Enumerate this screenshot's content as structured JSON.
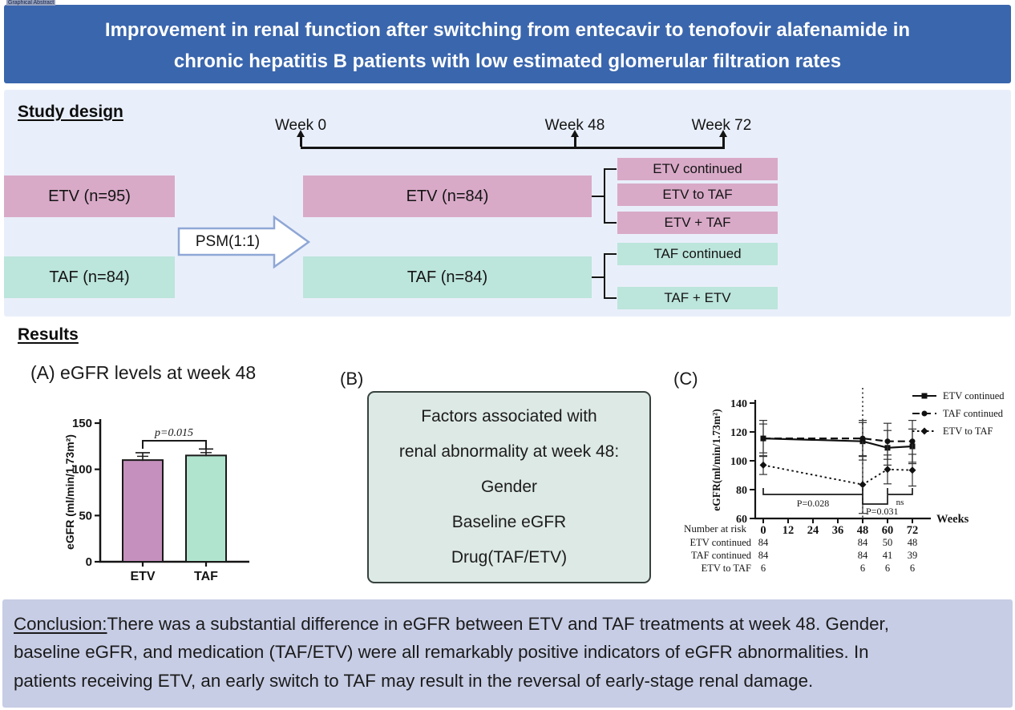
{
  "page_label": "Graphical Abstract",
  "title": {
    "line1": "Improvement in renal function after switching from entecavir to tenofovir alafenamide in",
    "line2": "chronic hepatitis B patients with low estimated glomerular filtration rates"
  },
  "study_design": {
    "heading": "Study design",
    "timeline_labels": [
      "Week 0",
      "Week 48",
      "Week 72"
    ],
    "psm_label": "PSM(1:1)",
    "left_boxes": [
      {
        "label": "ETV (n=95)"
      },
      {
        "label": "TAF (n=84)"
      }
    ],
    "mid_boxes": [
      {
        "label": "ETV (n=84)"
      },
      {
        "label": "TAF (n=84)"
      }
    ],
    "etv_branches": [
      "ETV continued",
      "ETV to TAF",
      "ETV + TAF"
    ],
    "taf_branches": [
      "TAF continued",
      "TAF + ETV"
    ]
  },
  "results": {
    "heading": "Results",
    "panel_a": {
      "title": "(A) eGFR levels at week 48"
    },
    "panel_b": {
      "label": "(B)",
      "lines": [
        "Factors associated with",
        "renal abnormality at week 48:",
        "Gender",
        "Baseline eGFR",
        "Drug(TAF/ETV)"
      ]
    },
    "panel_c": {
      "label": "(C)"
    }
  },
  "conclusion": {
    "prefix": "Conclusion:",
    "lines": [
      "There was a substantial difference in eGFR between ETV and TAF treatments at week 48. Gender,",
      "baseline eGFR, and medication (TAF/ETV) were all remarkably positive indicators of eGFR abnormalities. In",
      "patients receiving ETV, an early switch to TAF may result in the reversal of early-stage renal damage."
    ]
  },
  "colors": {
    "banner_blue": "#3a66ad",
    "study_bg": "#e9effa",
    "pink": "#d9aac8",
    "teal": "#bce5db",
    "arrow_border": "#8fa7d6",
    "panel_b_bg": "#dde9e4",
    "panel_b_border": "#37423f",
    "conclusion_bg": "#c7cde5",
    "bar_etv": "#c590bd",
    "bar_taf": "#b0e4cf",
    "axis_black": "#141414"
  },
  "chart_data": [
    {
      "id": "panel_a",
      "type": "bar",
      "title": "(A) eGFR levels at week 48",
      "categories": [
        "ETV",
        "TAF"
      ],
      "values": [
        110,
        115
      ],
      "errors": [
        8,
        7
      ],
      "ylabel": "eGFR (ml/min/1.73m²)",
      "ylim": [
        0,
        150
      ],
      "yticks": [
        0,
        50,
        100,
        150
      ],
      "annotation": "p=0.015",
      "bar_colors": [
        "#c590bd",
        "#b0e4cf"
      ],
      "legend_position": "none",
      "grid": false
    },
    {
      "id": "panel_c",
      "type": "line",
      "x": [
        0,
        48,
        60,
        72
      ],
      "xticks": [
        0,
        12,
        24,
        36,
        48,
        60,
        72
      ],
      "xlabel": "Weeks",
      "ylabel": "eGFR(ml/min/1.73m²)",
      "ylim": [
        60,
        140
      ],
      "yticks": [
        60,
        80,
        100,
        120,
        140
      ],
      "vline_x": 48,
      "grid": false,
      "legend_position": "top-right",
      "series": [
        {
          "name": "ETV continued",
          "line": "solid",
          "marker": "square",
          "values": [
            115.5,
            113.5,
            109,
            110
          ],
          "err": [
            12.5,
            13,
            12,
            12
          ]
        },
        {
          "name": "TAF continued",
          "line": "dashed",
          "marker": "circle",
          "values": [
            115.5,
            115.5,
            113.5,
            113.5
          ],
          "err": [
            10,
            12.5,
            12.5,
            14.5
          ]
        },
        {
          "name": "ETV to TAF",
          "line": "dotted",
          "marker": "diamond",
          "values": [
            97,
            83.5,
            94,
            93.5
          ],
          "err": [
            6.5,
            20,
            10,
            11
          ]
        }
      ],
      "annotations": [
        {
          "label": "P=0.028",
          "x1": 0,
          "x2": 48
        },
        {
          "label": "P=0.031",
          "x1": 48,
          "x2": 60
        },
        {
          "label": "ns",
          "x1": 60,
          "x2": 72
        }
      ],
      "risk_table": {
        "header": "Number at risk",
        "cols": [
          0,
          48,
          60,
          72
        ],
        "rows": [
          {
            "name": "ETV continued",
            "values": [
              84,
              84,
              50,
              48
            ]
          },
          {
            "name": "TAF continued",
            "values": [
              84,
              84,
              41,
              39
            ]
          },
          {
            "name": "ETV to TAF",
            "values": [
              6,
              6,
              6,
              6
            ]
          }
        ]
      }
    }
  ]
}
